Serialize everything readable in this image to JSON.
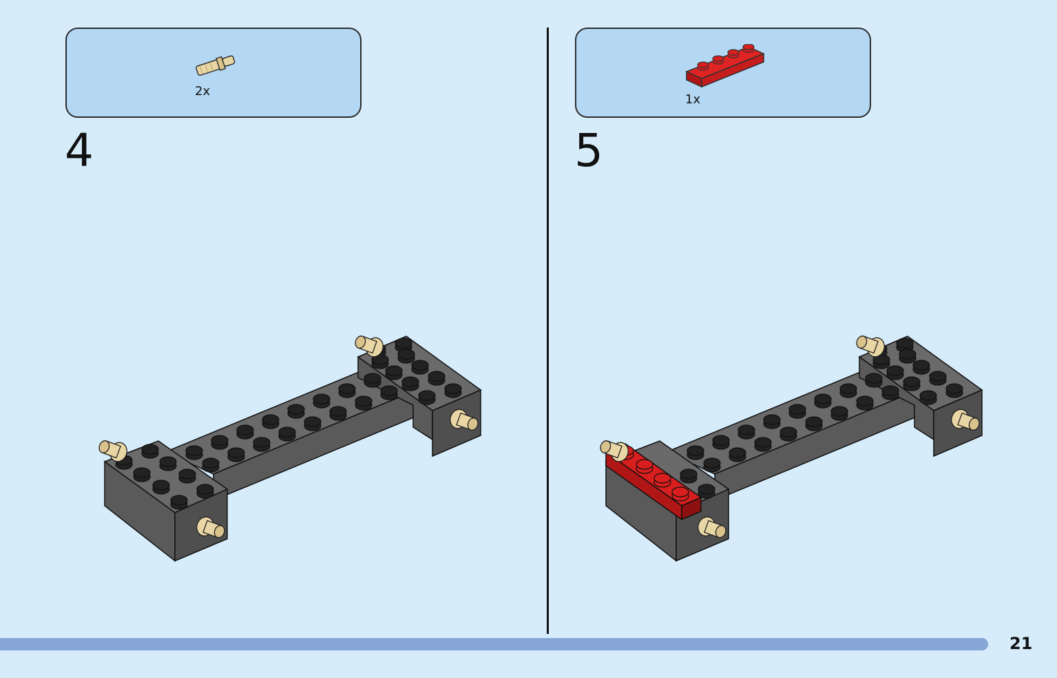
{
  "steps": [
    {
      "number": "4",
      "part_quantity": "2x",
      "part_icon": "tan-connector-pin-icon",
      "part_color": "#e9d6a5"
    },
    {
      "number": "5",
      "part_quantity": "1x",
      "part_icon": "red-plate-1x4-icon",
      "part_color": "#d81e1e"
    }
  ],
  "page": {
    "number": "21"
  },
  "colors": {
    "background": "#d6ecfb",
    "parts_box": "#b4d8f4",
    "brick_dark": "#5a5a5a",
    "stud": "#222222",
    "pin_tan": "#e9d6a5",
    "plate_red": "#d81e1e",
    "progress_bar": "#86a7d6"
  }
}
